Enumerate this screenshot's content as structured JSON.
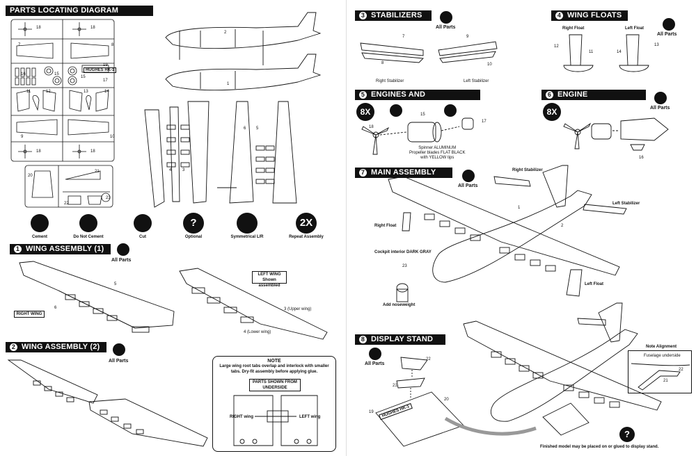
{
  "left": {
    "diagram_header": "PARTS LOCATING DIAGRAM",
    "sprue_numbers": [
      "18",
      "18",
      "7",
      "8",
      "16",
      "15",
      "15",
      "19",
      "17",
      "11",
      "12",
      "13",
      "14",
      "9",
      "10",
      "18",
      "18",
      "20",
      "21",
      "22",
      "23"
    ],
    "sprue_nameplate": "HUGHES HK-1",
    "parts_numbers": [
      "2",
      "1",
      "4",
      "3",
      "6",
      "5"
    ],
    "legend": [
      {
        "label": "Cement"
      },
      {
        "label": "Do Not Cement"
      },
      {
        "label": "Cut"
      },
      {
        "label": "Optional",
        "glyph": "?"
      },
      {
        "label": "Symmetrical L/R"
      },
      {
        "label": "Repeat Assembly",
        "glyph": "2X"
      }
    ],
    "step1": {
      "num": "1",
      "title": "WING ASSEMBLY  (1)",
      "all_parts": "All Parts",
      "right_wing": "RIGHT WING",
      "left_wing_box": "LEFT WING\nShown assembled",
      "p5": "5",
      "p6": "6",
      "upper": "3 (Upper wing)",
      "lower": "4 (Lower wing)"
    },
    "step2": {
      "num": "2",
      "title": "WING ASSEMBLY  (2)",
      "all_parts": "All Parts"
    },
    "note": {
      "title": "NOTE",
      "text": "Large wing root tabs overlap and interlock with smaller tabs.  Dry-fit assembly before applying glue.",
      "box": "PARTS SHOWN FROM\nUNDERSIDE",
      "right": "RIGHT wing",
      "left": "LEFT wing"
    }
  },
  "right": {
    "step3": {
      "num": "3",
      "title": "STABILIZERS",
      "all_parts": "All Parts",
      "p7": "7",
      "p8": "8",
      "p9": "9",
      "p10": "10",
      "right": "Right Stabilizer",
      "left": "Left Stabilizer"
    },
    "step4": {
      "num": "4",
      "title": "WING FLOATS",
      "all_parts": "All Parts",
      "right": "Right Float",
      "left": "Left Float",
      "p11": "11",
      "p12": "12",
      "p13": "13",
      "p14": "14"
    },
    "step5": {
      "num": "5",
      "title": "ENGINES AND PROPELLERS",
      "repeat": "8X",
      "p15": "15",
      "p17": "17",
      "p18": "18",
      "note": "Spinner ALUMINUM\nPropeller blades FLAT BLACK\nwith YELLOW tips"
    },
    "step6": {
      "num": "6",
      "title": "ENGINE INSTALLATION",
      "all_parts": "All Parts",
      "repeat": "8X",
      "p16": "16"
    },
    "step7": {
      "num": "7",
      "title": "MAIN ASSEMBLY",
      "all_parts": "All Parts",
      "right_stab": "Right Stabilizer",
      "left_stab": "Left Stabilizer",
      "right_float": "Right Float",
      "left_float": "Left Float",
      "cockpit": "Cockpit interior DARK GRAY",
      "p23": "23",
      "p1": "1",
      "p2": "2",
      "noseweight": "Add noseweight"
    },
    "step8": {
      "num": "8",
      "title": "DISPLAY STAND",
      "all_parts": "All Parts",
      "p19": "19",
      "p20": "20",
      "p21": "21",
      "p22": "22",
      "nameplate": "HUGHES HK-1",
      "note_align": "Note Alignment",
      "fuselage": "Fuselage underside",
      "p22b": "22",
      "p21b": "21",
      "finished": "Finished model may be placed on or glued to display stand."
    }
  }
}
